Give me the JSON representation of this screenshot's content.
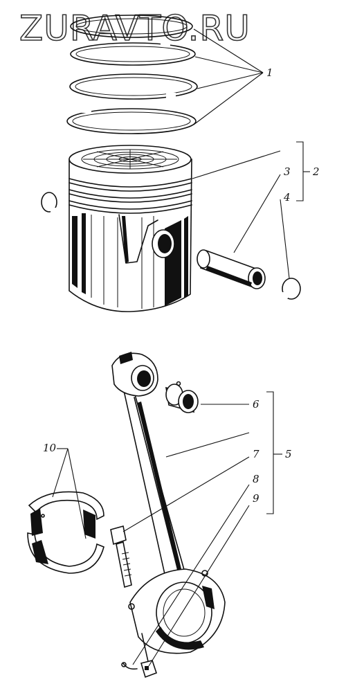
{
  "watermark": "ZURAVTO.RU",
  "callouts": {
    "c1": "1",
    "c2": "2",
    "c3": "3",
    "c4": "4",
    "c5": "5",
    "c6": "6",
    "c7": "7",
    "c8": "8",
    "c9": "9",
    "c10": "10"
  },
  "colors": {
    "ink": "#111111",
    "paper": "#ffffff"
  }
}
